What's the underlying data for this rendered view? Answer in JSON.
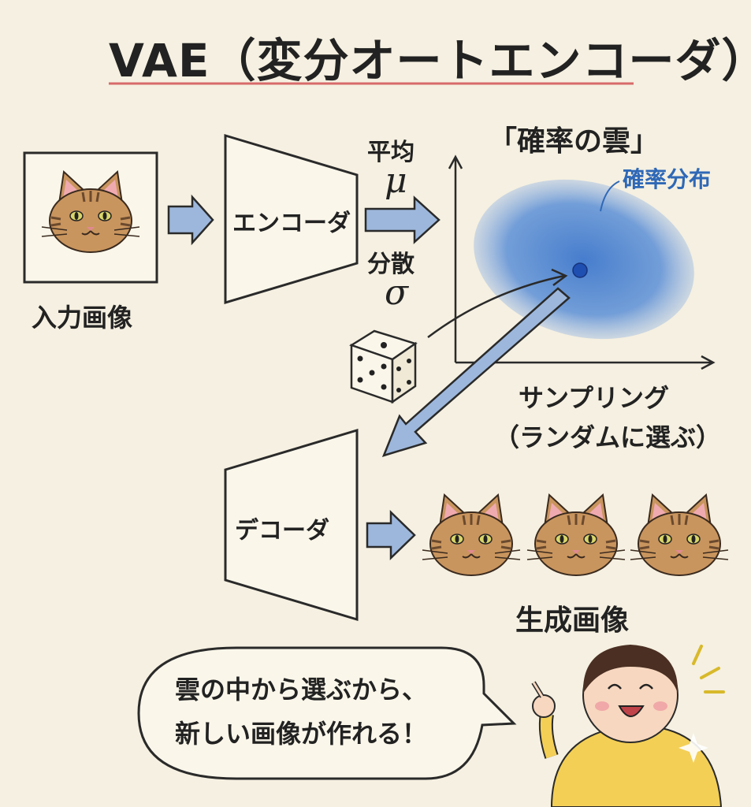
{
  "title": "VAE（変分オートエンコーダ）",
  "input_label": "入力画像",
  "encoder_label": "エンコーダ",
  "mean_label": "平均",
  "mean_symbol": "μ",
  "variance_label": "分散",
  "variance_symbol": "σ",
  "cloud_title": "「確率の雲」",
  "distribution_label": "確率分布",
  "sampling_label": "サンプリング",
  "sampling_sub": "（ランダムに選ぶ）",
  "decoder_label": "デコーダ",
  "generated_label": "生成画像",
  "speech": {
    "line1": "雲の中から選ぶから、",
    "line2": "新しい画像が作れる！"
  },
  "colors": {
    "background": "#f5f0e1",
    "accent_blue": "#2f68b6",
    "cloud_blue": "#5b8fd6",
    "title_underline": "#d86a6a",
    "arrow_fill": "#9db7dc"
  }
}
